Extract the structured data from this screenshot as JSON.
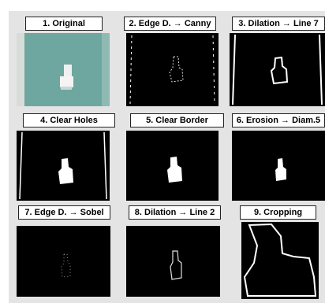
{
  "panels": [
    {
      "label": "1. Original"
    },
    {
      "label": "2. Edge D. → Canny"
    },
    {
      "label": "3. Dilation → Line 7"
    },
    {
      "label": "4. Clear Holes"
    },
    {
      "label": "5. Clear Border"
    },
    {
      "label": "6. Erosion → Diam.5"
    },
    {
      "label": "7. Edge D. → Sobel"
    },
    {
      "label": "8. Dilation → Line 2"
    },
    {
      "label": "9. Cropping"
    }
  ],
  "colors": {
    "background": "#e4e4e4",
    "original_surface": "#6fa8a0",
    "object": "#ffffff",
    "binary_background": "#000000"
  }
}
